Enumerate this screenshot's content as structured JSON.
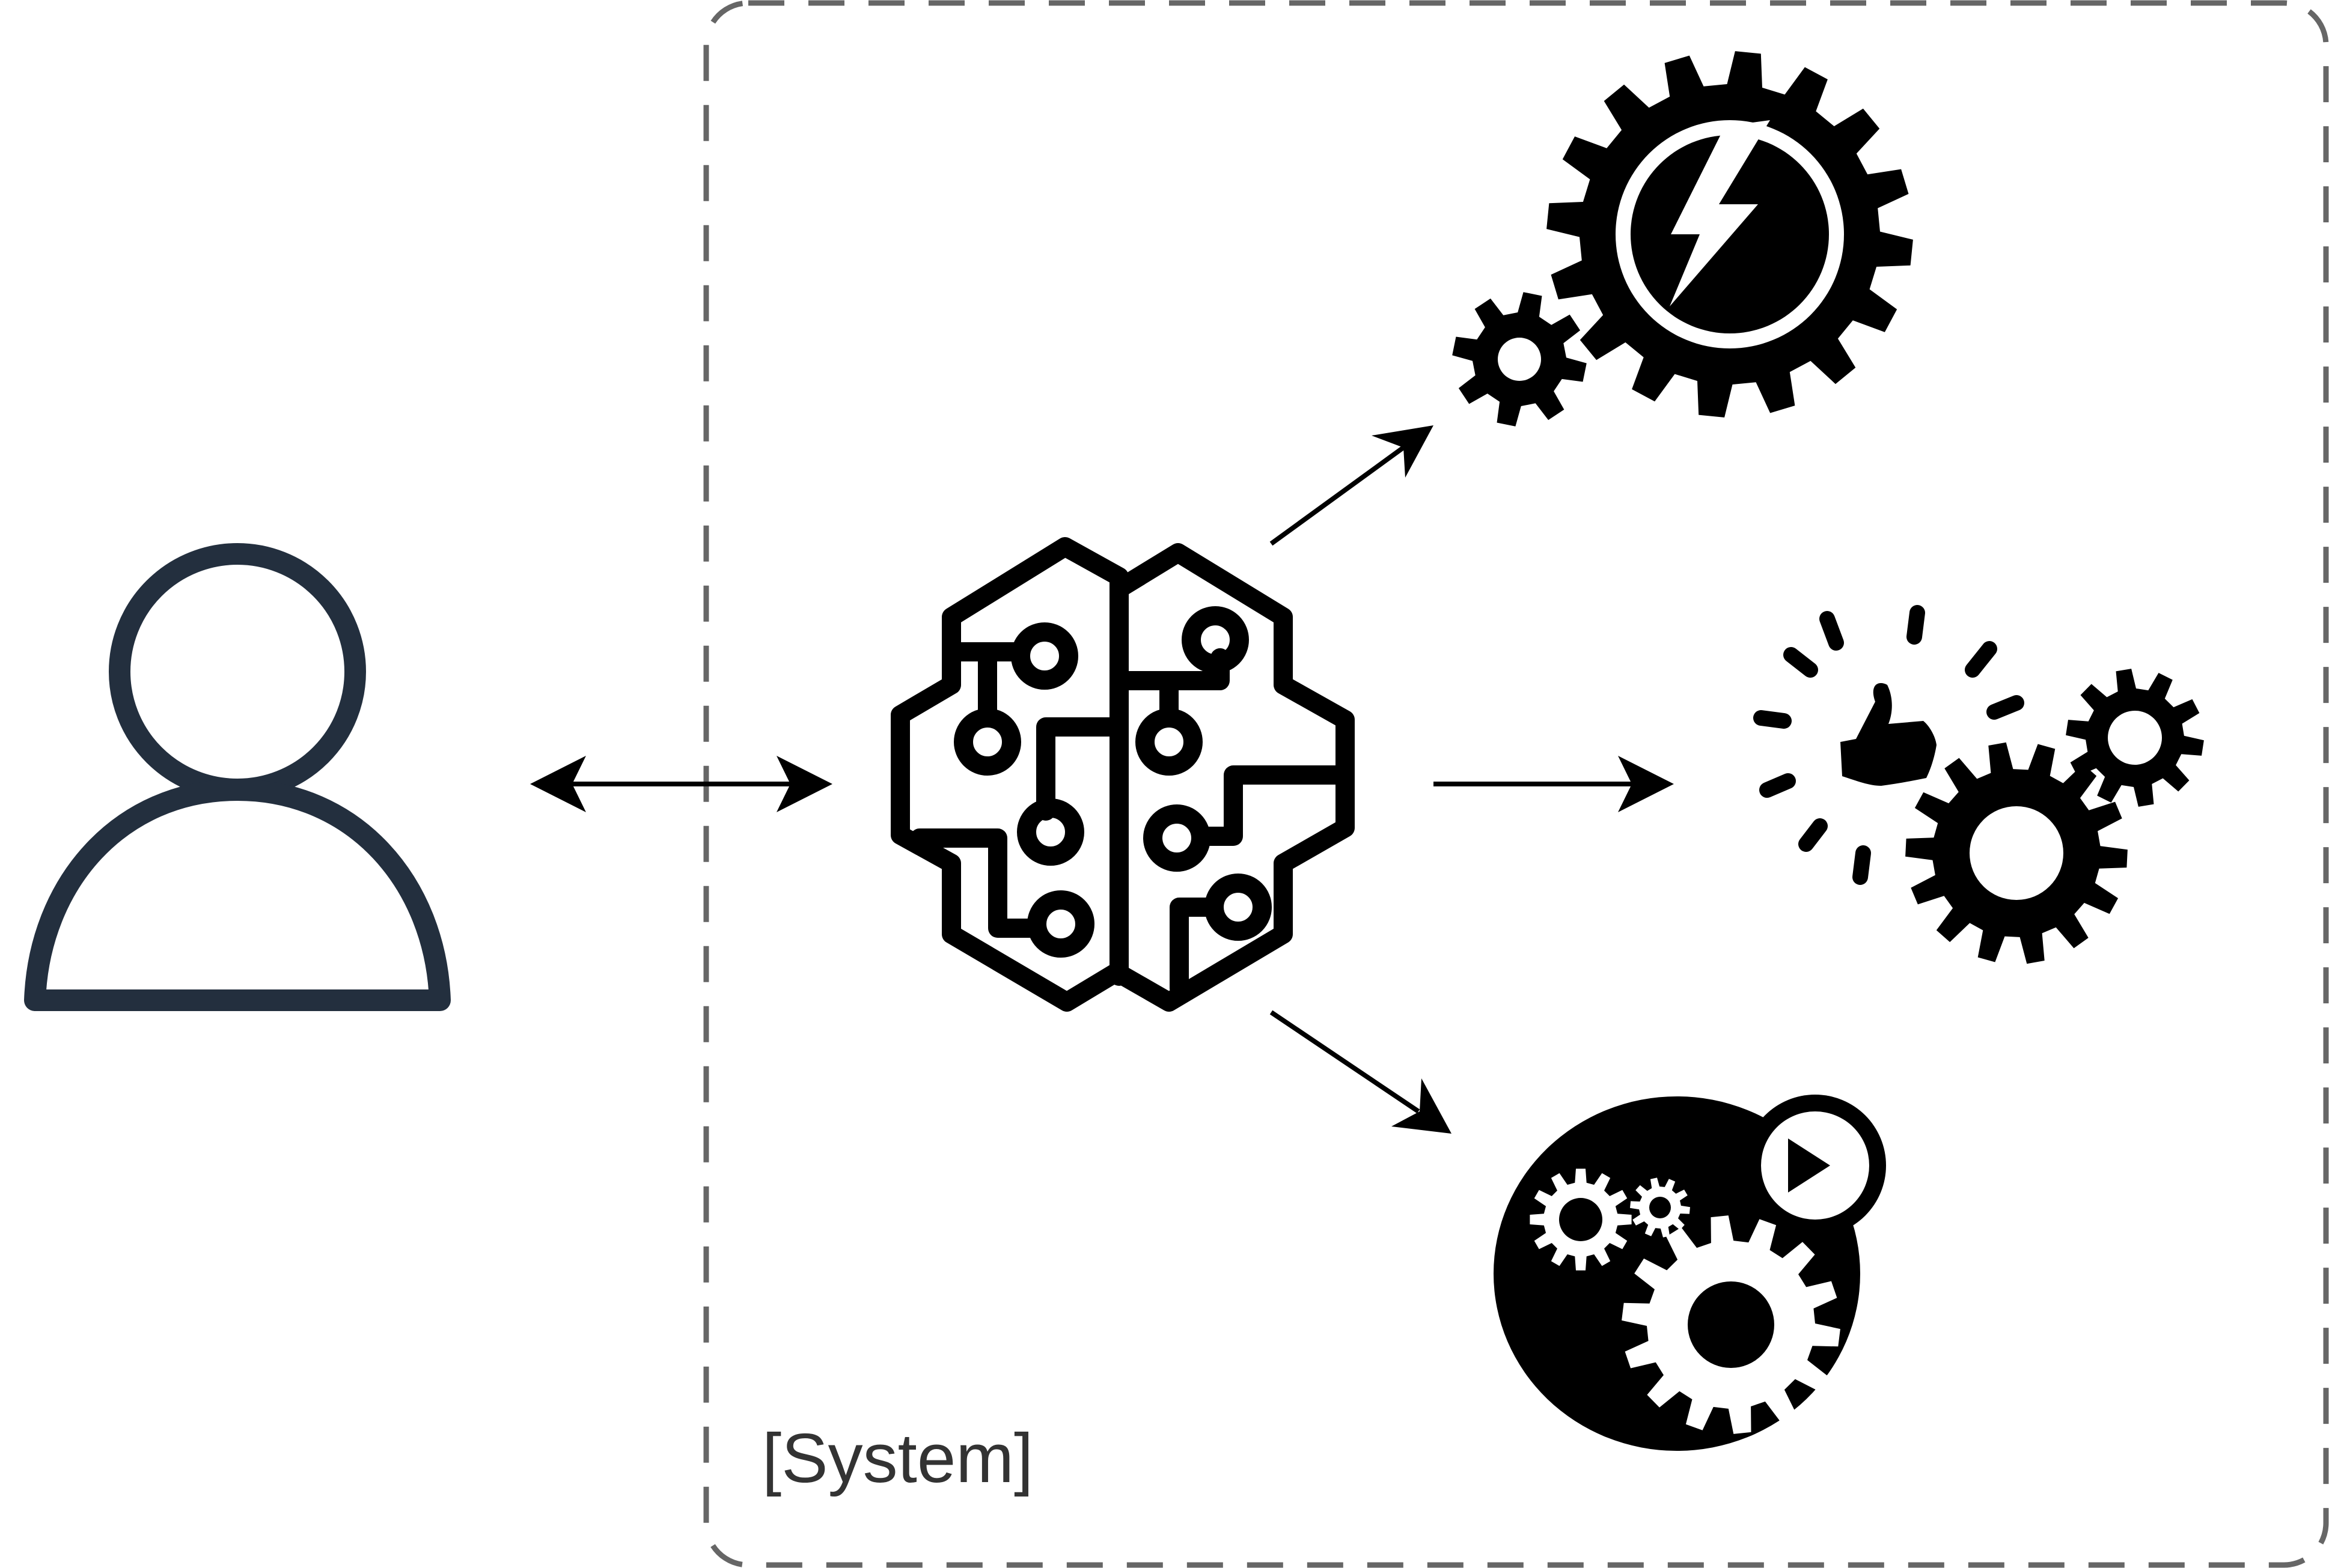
{
  "boundary": {
    "label": "[System]"
  },
  "nodes": [
    {
      "id": "user",
      "icon": "user-icon"
    },
    {
      "id": "ai-brain",
      "icon": "brain-circuit-icon"
    },
    {
      "id": "automation",
      "icon": "gears-lightning-icon"
    },
    {
      "id": "approval",
      "icon": "thumbs-up-gears-icon"
    },
    {
      "id": "process-run",
      "icon": "gears-play-icon"
    }
  ],
  "edges": [
    {
      "from": "user",
      "to": "ai-brain",
      "direction": "both"
    },
    {
      "from": "ai-brain",
      "to": "automation",
      "direction": "forward"
    },
    {
      "from": "ai-brain",
      "to": "approval",
      "direction": "forward"
    },
    {
      "from": "ai-brain",
      "to": "process-run",
      "direction": "forward"
    }
  ],
  "colors": {
    "user_stroke": "#232f3e",
    "icon_fill": "#000000",
    "boundary_stroke": "#666666",
    "label_text": "#333333"
  }
}
